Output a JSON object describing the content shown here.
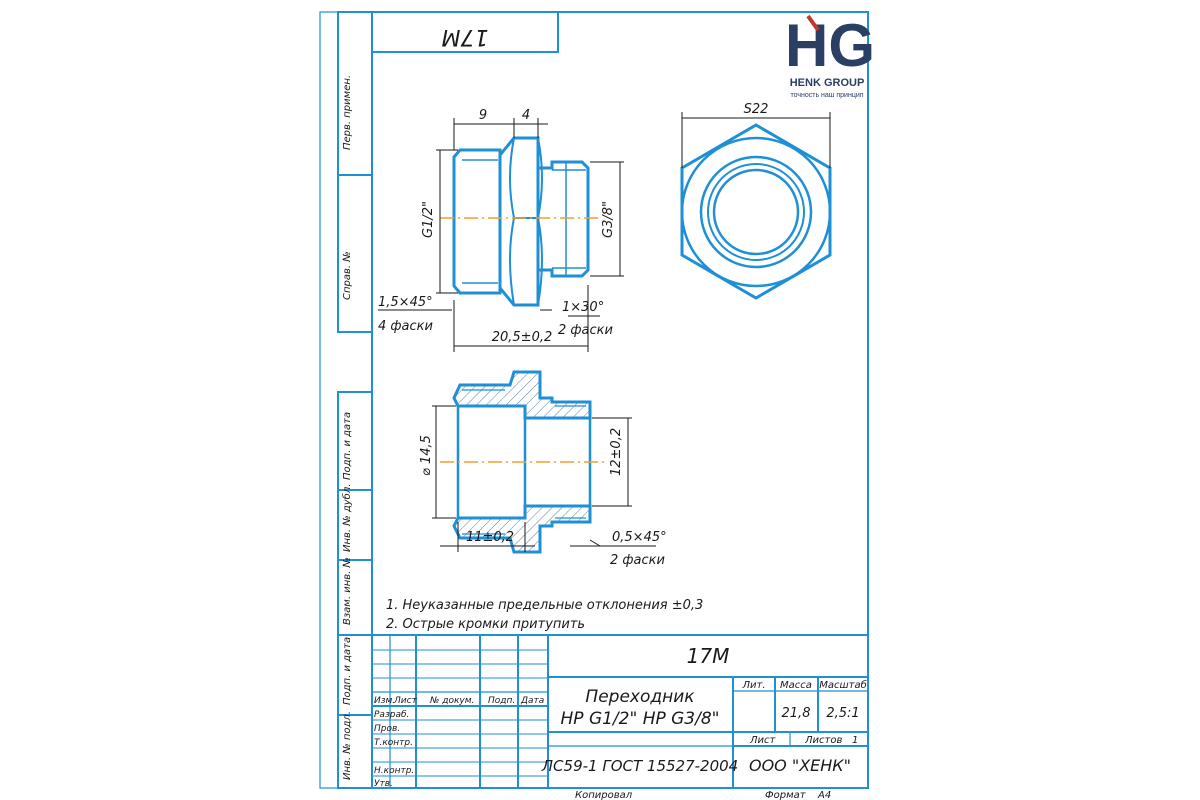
{
  "colors": {
    "frame": "#1f8fd6",
    "part": "#1f8fd6",
    "hatch": "#5a7fa8",
    "ink": "#1a1a1a",
    "axis": "#f0a030",
    "logo_navy": "#2b3e63",
    "logo_accent": "#c0392b"
  },
  "logo": {
    "letters": "HG",
    "company": "HENK GROUP",
    "slogan": "точность наш принцип"
  },
  "side_labels": {
    "perv_primen": "Перв. примен.",
    "sprav_no": "Справ. №",
    "podp_data_1": "Подп. и дата",
    "inv_dubl": "Инв. № дубл.",
    "vzam_inv": "Взам. инв. №",
    "podp_data_2": "Подп. и дата",
    "inv_podl": "Инв. № подл."
  },
  "top_stamp": "17М",
  "dimensions": {
    "len_9": "9",
    "len_4": "4",
    "s22": "S22",
    "g12": "G1/2\"",
    "g38": "G3/8\"",
    "chamfer_15": "1,5×45°",
    "chamfer_4": "4 фаски",
    "chamfer_130": "1×30°",
    "len_205": "20,5±0,2",
    "chamfer_2": "2 фаски",
    "dia_145": "⌀ 14,5",
    "dia_12": "12±0,2",
    "len_11": "11±0,2",
    "chamfer_05": "0,5×45°",
    "chamfer_2b": "2 фаски"
  },
  "notes": [
    "1. Неуказанные предельные отклонения ±0,3",
    "2. Острые кромки притупить"
  ],
  "title_block": {
    "designation": "17М",
    "name_line1": "Переходник",
    "name_line2": "НР G1/2\" НР G3/8\"",
    "material": "ЛС59-1 ГОСТ 15527-2004",
    "company": "ООО \"ХЕНК\"",
    "lit": "Лит.",
    "massa": "Масса",
    "masshtab": "Масштаб",
    "mass_value": "21,8",
    "scale_value": "2,5:1",
    "list": "Лист",
    "listov": "Листов",
    "listov_value": "1",
    "col_izm": "Изм.",
    "col_list": "Лист",
    "col_dokum": "№ докум.",
    "col_podp": "Подп.",
    "col_data": "Дата",
    "row_razrab": "Разраб.",
    "row_prov": "Пров.",
    "row_tkontr": "Т.контр.",
    "row_nkontr": "Н.контр.",
    "row_utv": "Утв.",
    "kopiroval": "Копировал",
    "format": "Формат",
    "format_value": "А4"
  }
}
